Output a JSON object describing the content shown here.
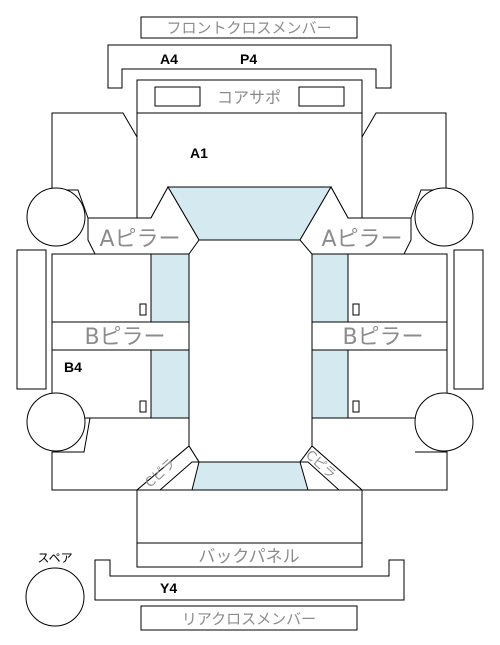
{
  "labels": {
    "front_cross_member": "フロントクロスメンバー",
    "core_support": "コアサポ",
    "a_pillar_left": "Aピラー",
    "a_pillar_right": "Aピラー",
    "b_pillar_left": "Bピラー",
    "b_pillar_right": "Bピラー",
    "back_panel": "バックパネル",
    "rear_cross_member": "リアクロスメンバー",
    "c_pillar_left": "Cピラ",
    "c_pillar_right": "Cピラ",
    "spare": "スペア"
  },
  "damage_codes": {
    "a4": "A4",
    "p4": "P4",
    "a1": "A1",
    "b4": "B4",
    "y4": "Y4"
  },
  "colors": {
    "glass": "#d5e9f0",
    "outline": "#000000",
    "label_gray": "#8c8c8c"
  }
}
